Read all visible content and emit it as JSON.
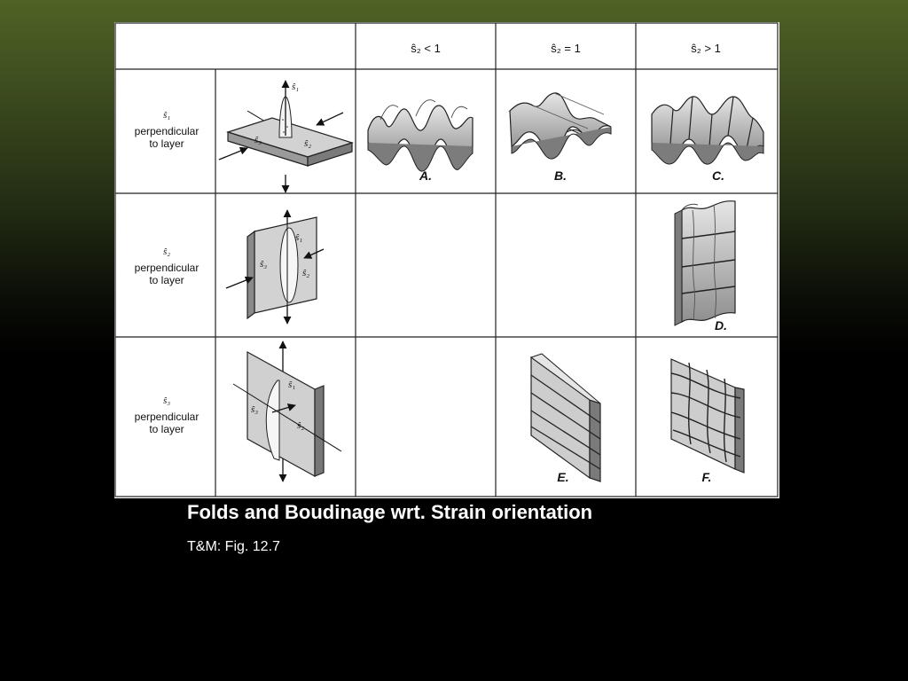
{
  "slide": {
    "title": "Folds and Boudinage wrt. Strain orientation",
    "source": "T&M: Fig. 12.7"
  },
  "figure": {
    "column_headers": [
      "ŝ₂ < 1",
      "ŝ₂ = 1",
      "ŝ₂ > 1"
    ],
    "row_labels": [
      {
        "axis": "ŝ₁",
        "text_line1": "perpendicular",
        "text_line2": "to layer"
      },
      {
        "axis": "ŝ₂",
        "text_line1": "perpendicular",
        "text_line2": "to layer"
      },
      {
        "axis": "ŝ₃",
        "text_line1": "perpendicular",
        "text_line2": "to layer"
      }
    ],
    "panel_captions": [
      "A.",
      "B.",
      "C.",
      "D.",
      "E.",
      "F."
    ],
    "axis_labels": {
      "s1": "ŝ₁",
      "s2": "ŝ₂",
      "s3": "ŝ₃"
    }
  },
  "colors": {
    "background_top": "#4f6325",
    "background_bottom": "#000000",
    "figure_background": "#ffffff",
    "block_face": "#cfcfcf",
    "block_side": "#8a8a8a"
  }
}
